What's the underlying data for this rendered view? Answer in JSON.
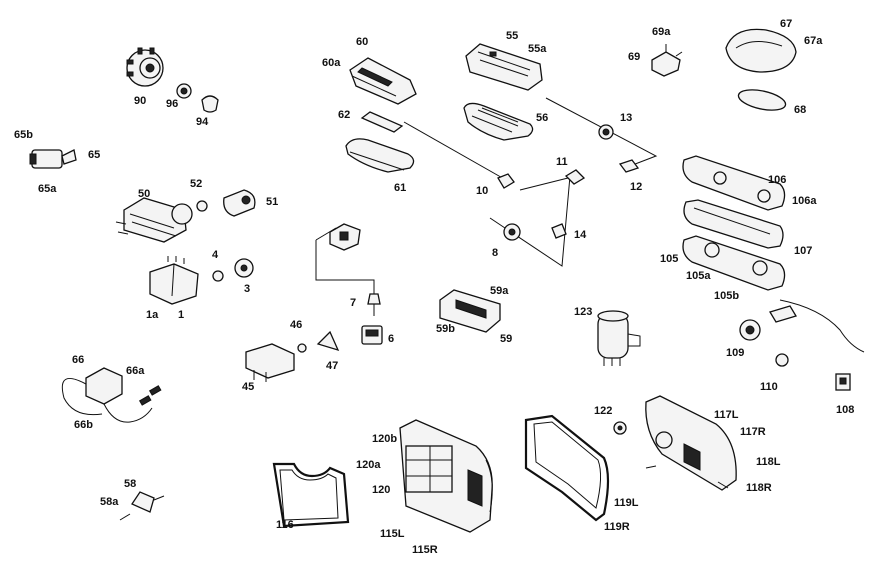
{
  "labels": {
    "l90": "90",
    "l96": "96",
    "l94": "94",
    "l60": "60",
    "l60a": "60a",
    "l55": "55",
    "l55a": "55a",
    "l69a": "69a",
    "l69": "69",
    "l67": "67",
    "l67a": "67a",
    "l68": "68",
    "l62": "62",
    "l56": "56",
    "l13": "13",
    "l61": "61",
    "l65b": "65b",
    "l65": "65",
    "l65a": "65a",
    "l50": "50",
    "l52": "52",
    "l51": "51",
    "l11": "11",
    "l10": "10",
    "l12": "12",
    "l106": "106",
    "l106a": "106a",
    "l8": "8",
    "l14": "14",
    "l4": "4",
    "l3": "3",
    "l1a": "1a",
    "l1": "1",
    "l107": "107",
    "l105": "105",
    "l105a": "105a",
    "l105b": "105b",
    "l59a": "59a",
    "l59b": "59b",
    "l59": "59",
    "l7": "7",
    "l46": "46",
    "l6": "6",
    "l47": "47",
    "l45": "45",
    "l123": "123",
    "l109": "109",
    "l110": "110",
    "l108": "108",
    "l66": "66",
    "l66a": "66a",
    "l66b": "66b",
    "l122": "122",
    "l117L": "117L",
    "l117R": "117R",
    "l120b": "120b",
    "l120a": "120a",
    "l120": "120",
    "l118L": "118L",
    "l118R": "118R",
    "l58": "58",
    "l58a": "58a",
    "l116": "116",
    "l119L": "119L",
    "l119R": "119R",
    "l115L": "115L",
    "l115R": "115R"
  }
}
